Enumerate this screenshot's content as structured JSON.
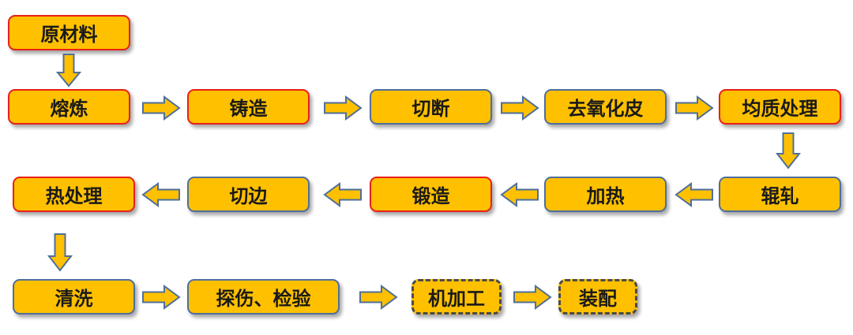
{
  "steps": {
    "raw_material": "原材料",
    "smelting": "熔炼",
    "casting": "铸造",
    "cutting": "切断",
    "descaling": "去氧化皮",
    "homogenizing": "均质处理",
    "rolling": "辊轧",
    "heating": "加热",
    "forging": "锻造",
    "trimming": "切边",
    "heat_treatment": "热处理",
    "cleaning": "清洗",
    "inspection": "探伤、检验",
    "machining": "机加工",
    "assembly": "装配"
  },
  "colors": {
    "box_fill": "#ffc000",
    "blue_border": "#4e6f9b",
    "red_border": "#e8201a",
    "dashed_border": "#4a4a4a",
    "arrow_fill": "#ffc000",
    "arrow_outline": "#4e6f9b"
  }
}
